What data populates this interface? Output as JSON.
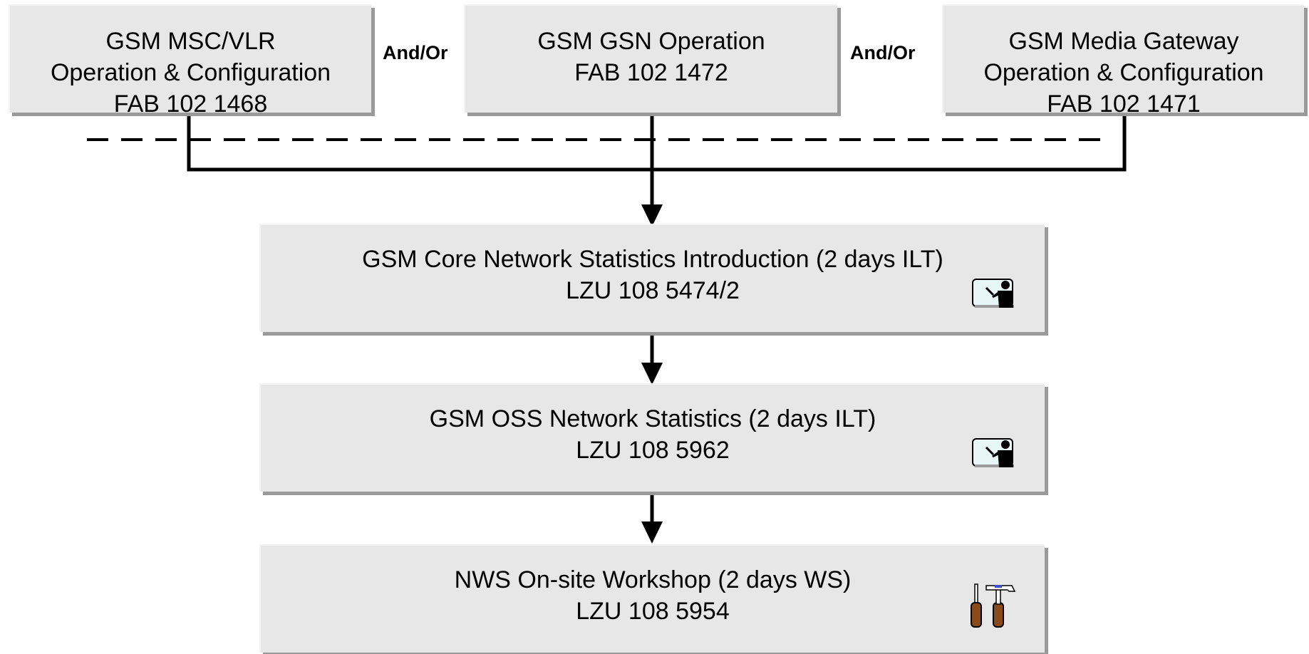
{
  "prerequisites": [
    {
      "lines": [
        "GSM MSC/VLR",
        "Operation & Configuration",
        "FAB 102 1468"
      ]
    },
    {
      "lines": [
        "GSM GSN Operation",
        "FAB 102 1472"
      ]
    },
    {
      "lines": [
        "GSM Media Gateway",
        "Operation & Configuration",
        "FAB 102 1471"
      ]
    }
  ],
  "connectors": [
    "And/Or",
    "And/Or"
  ],
  "courses": [
    {
      "title": "GSM Core Network Statistics Introduction (2 days ILT)",
      "code": "LZU 108 5474/2",
      "icon": "instructor-led-training-icon"
    },
    {
      "title": "GSM OSS Network Statistics (2 days ILT)",
      "code": "LZU 108 5962",
      "icon": "instructor-led-training-icon"
    },
    {
      "title": "NWS On-site Workshop (2 days WS)",
      "code": "LZU 108 5954",
      "icon": "workshop-tools-icon"
    }
  ]
}
